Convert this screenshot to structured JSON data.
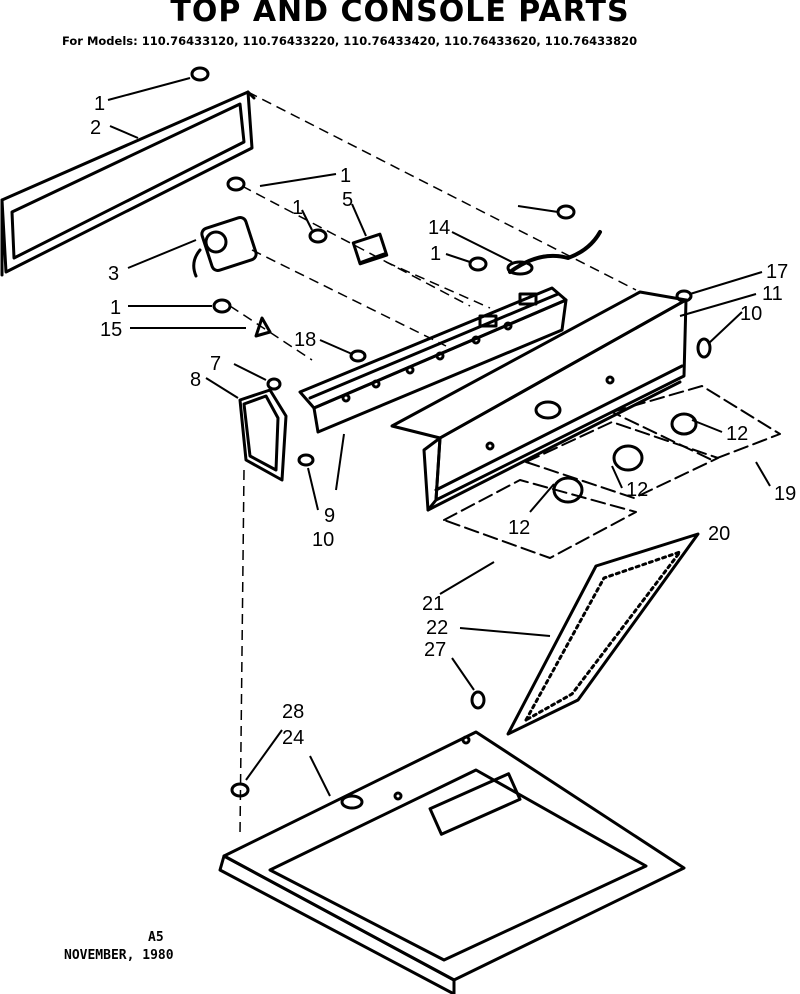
{
  "title": "TOP AND CONSOLE PARTS",
  "models_line": "For Models: 110.76433120, 110.76433220, 110.76433420, 110.76433620, 110.76433820",
  "footer": {
    "page_code": "A5",
    "date": "NOVEMBER, 1980"
  },
  "part_labels": [
    "1",
    "2",
    "1",
    "5",
    "1",
    "14",
    "1",
    "3",
    "1",
    "15",
    "18",
    "7",
    "8",
    "9",
    "10",
    "17",
    "11",
    "10",
    "12",
    "12",
    "12",
    "19",
    "20",
    "21",
    "22",
    "27",
    "28",
    "24"
  ]
}
